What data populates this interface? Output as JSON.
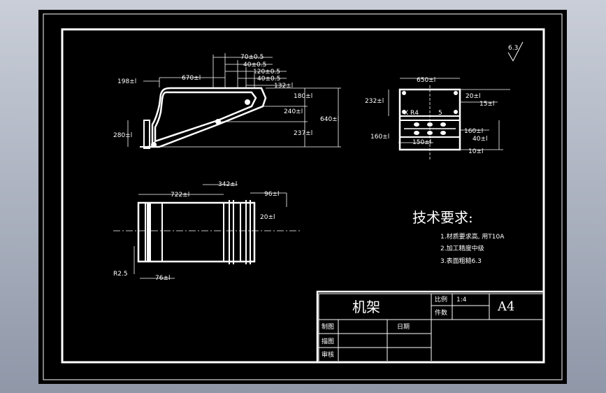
{
  "surface_finish": "6.3",
  "side_view": {
    "dims": [
      "70±0.5",
      "40±0.5",
      "120±0.5",
      "40±0.5",
      "132±l",
      "670±l",
      "198±l",
      "180±l",
      "240±l",
      "237±l",
      "640±l",
      "280±l"
    ]
  },
  "end_view": {
    "dims": [
      "650±l",
      "232±l",
      "20±l",
      "15±l",
      "X R4",
      "5",
      "160±l",
      "160±l",
      "40±l",
      "150±l",
      "10±l"
    ]
  },
  "top_view": {
    "dims": [
      "722±l",
      "342±l",
      "96±l",
      "20±l",
      "R2.5",
      "76±l"
    ]
  },
  "notes": {
    "title": "技术要求:",
    "items": [
      "1.材质要求高, 用T10A",
      "2.加工精度中级",
      "3.表面粗糙6.3"
    ]
  },
  "title_block": {
    "part_name": "机架",
    "scale_label": "比例",
    "scale_value": "1:4",
    "qty_label": "件数",
    "sheet_size": "A4",
    "drawn_label": "制图",
    "date_label": "日期",
    "traced_label": "描图",
    "checked_label": "审核"
  }
}
